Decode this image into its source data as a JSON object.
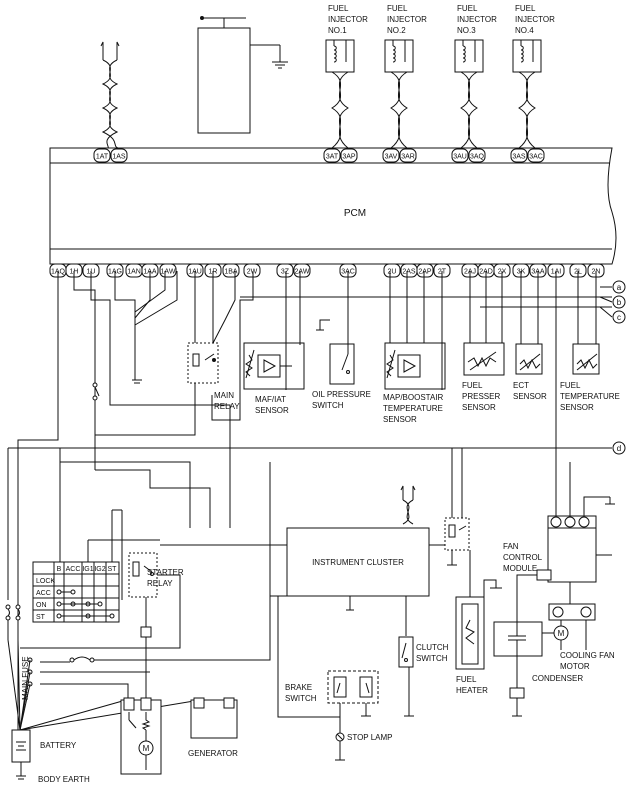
{
  "pcm": {
    "label": "PCM"
  },
  "top_pins": [
    "1AT",
    "1AS",
    "3AT",
    "3AP",
    "3AV",
    "3AR",
    "3AU",
    "3AQ",
    "3AS",
    "3AC"
  ],
  "bottom_pins": [
    "1AQ",
    "1H",
    "1U",
    "1AG",
    "1AN",
    "1AA",
    "1AW",
    "1AU",
    "1R",
    "1BA",
    "2W",
    "3Z",
    "2AW",
    "3AC",
    "2U",
    "2AS",
    "2AP",
    "2T",
    "2AJ",
    "2AD",
    "2X",
    "3K",
    "3AA",
    "1AI",
    "2L",
    "2N"
  ],
  "bus_labels": [
    "a",
    "b",
    "c",
    "d"
  ],
  "injectors": [
    {
      "line1": "FUEL",
      "line2": "INJECTOR",
      "line3": "NO.1"
    },
    {
      "line1": "FUEL",
      "line2": "INJECTOR",
      "line3": "NO.2"
    },
    {
      "line1": "FUEL",
      "line2": "INJECTOR",
      "line3": "NO.3"
    },
    {
      "line1": "FUEL",
      "line2": "INJECTOR",
      "line3": "NO.4"
    }
  ],
  "components": {
    "main_relay": [
      "MAIN",
      "RELAY"
    ],
    "maf_iat": [
      "MAF/IAT",
      "SENSOR"
    ],
    "oil_pressure": [
      "OIL PRESSURE",
      "SWITCH"
    ],
    "map_boost": [
      "MAP/BOOSTAIR",
      "TEMPERATURE",
      "SENSOR"
    ],
    "fuel_presser": [
      "FUEL",
      "PRESSER",
      "SENSOR"
    ],
    "ect": [
      "ECT",
      "SENSOR"
    ],
    "fuel_temp": [
      "FUEL",
      "TEMPERATURE",
      "SENSOR"
    ],
    "instrument_cluster": "INSTRUMENT CLUSTER",
    "fan_control": [
      "FAN",
      "CONTROL",
      "MODULE"
    ],
    "starter_relay": [
      "STARTER",
      "RELAY"
    ],
    "clutch_switch": [
      "CLUTCH",
      "SWITCH"
    ],
    "fuel_heater": [
      "FUEL",
      "HEATER"
    ],
    "cooling_fan": [
      "COOLING FAN",
      "MOTOR"
    ],
    "condenser": "CONDENSER",
    "brake_switch": [
      "BRAKE",
      "SWITCH"
    ],
    "stop_lamp": "STOP LAMP",
    "battery": "BATTERY",
    "body_earth": "BODY EARTH",
    "generator": "GENERATOR",
    "main_fuse": "MAIN FUSE",
    "motor_symbol": "M"
  },
  "ignition_switch": {
    "columns": [
      "B",
      "ACC",
      "IG1",
      "IG2",
      "ST"
    ],
    "rows": [
      "LOCK",
      "ACC",
      "ON",
      "ST"
    ]
  }
}
